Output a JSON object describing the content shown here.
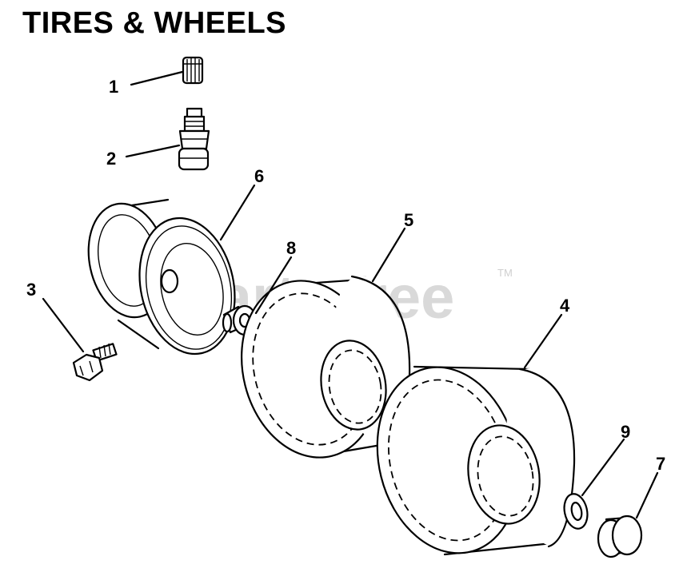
{
  "title": "TIRES & WHEELS",
  "watermark": "PartsTree",
  "trademark": "TM",
  "callouts": [
    {
      "id": "1",
      "label": "1"
    },
    {
      "id": "2",
      "label": "2"
    },
    {
      "id": "3",
      "label": "3"
    },
    {
      "id": "4",
      "label": "4"
    },
    {
      "id": "5",
      "label": "5"
    },
    {
      "id": "6",
      "label": "6"
    },
    {
      "id": "7",
      "label": "7"
    },
    {
      "id": "8",
      "label": "8"
    },
    {
      "id": "9",
      "label": "9"
    }
  ]
}
